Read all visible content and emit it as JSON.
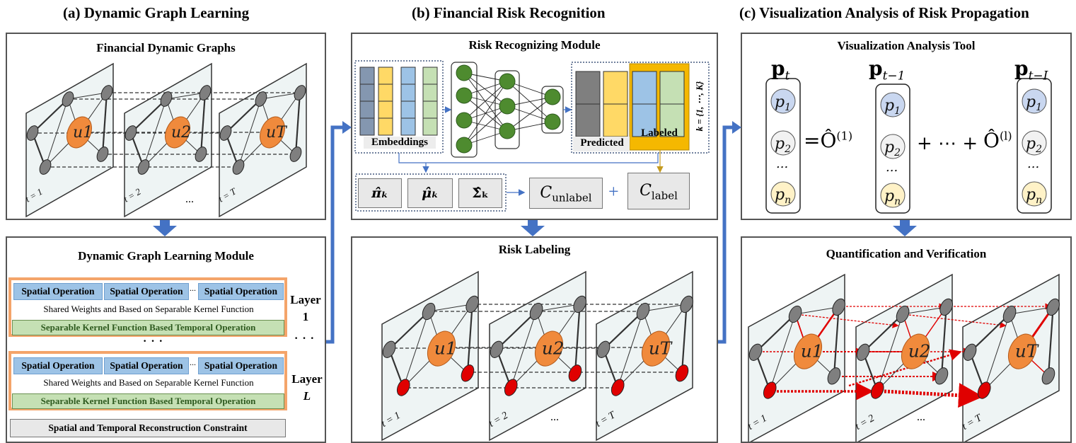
{
  "sections": {
    "a_title": "(a) Dynamic Graph Learning",
    "b_title": "(b) Financial Risk Recognition",
    "c_title": "(c) Visualization Analysis of Risk Propagation"
  },
  "panel_a_top": {
    "title": "Financial Dynamic Graphs",
    "nodes": [
      "u1",
      "u2",
      "uT"
    ],
    "times": [
      "t = 1",
      "t = 2",
      "t = T"
    ],
    "ellipsis": "..."
  },
  "panel_a_bottom": {
    "title": "Dynamic Graph Learning Module",
    "spatial": [
      "Spatial Operation",
      "Spatial Operation",
      "Spatial Operation"
    ],
    "dots_inline": "...",
    "shared": "Shared Weights and Based on Separable Kernel Function",
    "temporal": "Separable Kernel Function Based Temporal Operation",
    "layer1": "Layer",
    "layer1_num": "1",
    "layerL": "Layer",
    "layerL_num": "L",
    "vdots": "· · ·",
    "side_dots": "· · ·",
    "reconstruction": "Spatial  and Temporal Reconstruction Constraint"
  },
  "panel_b_top": {
    "title": "Risk Recognizing Module",
    "embeddings": "Embeddings",
    "predicted": "Predicted",
    "labeled": "Labeled",
    "k_range": "k = {1, ⋯, K}",
    "params": [
      "π̂ₖ",
      "μ̂ₖ",
      "Σ̂ₖ"
    ],
    "c_unlabel": "C",
    "c_unlabel_sub": "unlabel",
    "plus": "+",
    "c_label": "C",
    "c_label_sub": "label"
  },
  "panel_b_bottom": {
    "title": "Risk Labeling",
    "nodes": [
      "u1",
      "u2",
      "uT"
    ],
    "times": [
      "t = 1",
      "t = 2",
      "t = T"
    ],
    "ellipsis": "..."
  },
  "panel_c_top": {
    "title": "Visualization Analysis Tool",
    "col_labels": [
      "p",
      "p",
      "p"
    ],
    "col_subs": [
      "t",
      "t−1",
      "t−I"
    ],
    "entries": [
      "p1",
      "p2",
      "...",
      "pn"
    ],
    "eq": "=Ô",
    "eq_sup": "(1)",
    "plus_dots": "+ ⋯ +",
    "o2": "Ô",
    "o2_sup": "(l)"
  },
  "panel_c_bottom": {
    "title": "Quantification and Verification",
    "nodes": [
      "u1",
      "u2",
      "uT"
    ],
    "times": [
      "t = 1",
      "t = 2",
      "t = T"
    ],
    "ellipsis": "..."
  },
  "colors": {
    "node_orange": "#f08a3c",
    "node_gray": "#7f7f7f",
    "risk_red": "#e00000",
    "arrow_blue": "#4472c4",
    "spatial_blue": "#9dc3e6",
    "temporal_green": "#c5e0b4",
    "layer_border": "#f4a46a",
    "embed_yellow": "#ffd966",
    "embed_green": "#c5e0b4",
    "embed_gray": "#7f7f7f",
    "labeled_orange": "#f5b800",
    "nn_green": "#4e8b2f"
  }
}
